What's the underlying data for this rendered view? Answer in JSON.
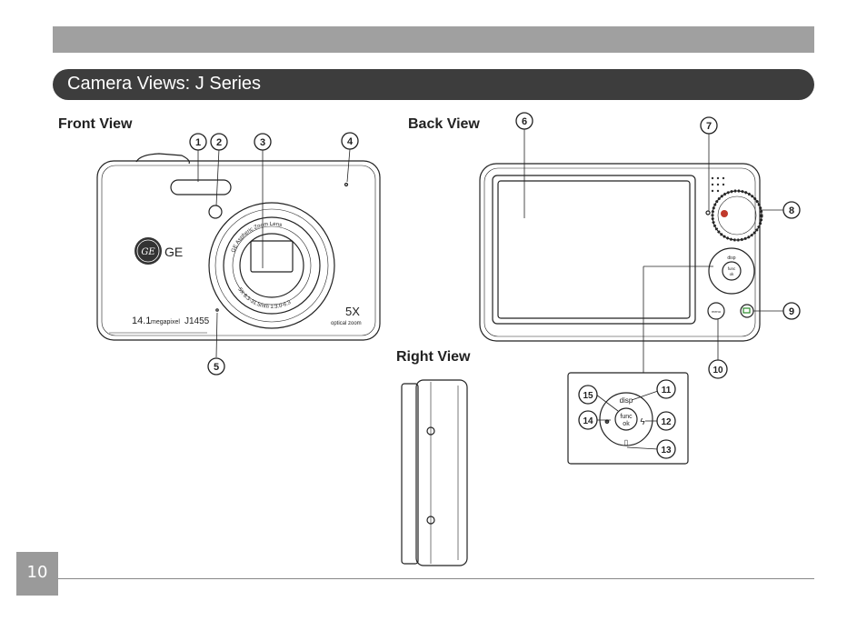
{
  "header": {
    "title": "Camera Views: J Series"
  },
  "views": {
    "front": "Front View",
    "back": "Back View",
    "right": "Right View"
  },
  "front_camera": {
    "logo": "GE",
    "lens_top_text": "GE Aspheric Zoom Lens",
    "lens_bottom_text": "5X 6.3-31.5mm 1:3.0-6.3",
    "megapixel_value": "14.1",
    "megapixel_unit": "megapixel",
    "model": "J1455",
    "zoom": "5X",
    "zoom_label": "optical zoom"
  },
  "back_camera": {
    "dpad_top": "disp",
    "dpad_center_1": "func",
    "dpad_center_2": "ok",
    "menu": "menu"
  },
  "callouts": [
    "1",
    "2",
    "3",
    "4",
    "5",
    "6",
    "7",
    "8",
    "9",
    "10",
    "11",
    "12",
    "13",
    "14",
    "15"
  ],
  "page": {
    "number": "10"
  }
}
